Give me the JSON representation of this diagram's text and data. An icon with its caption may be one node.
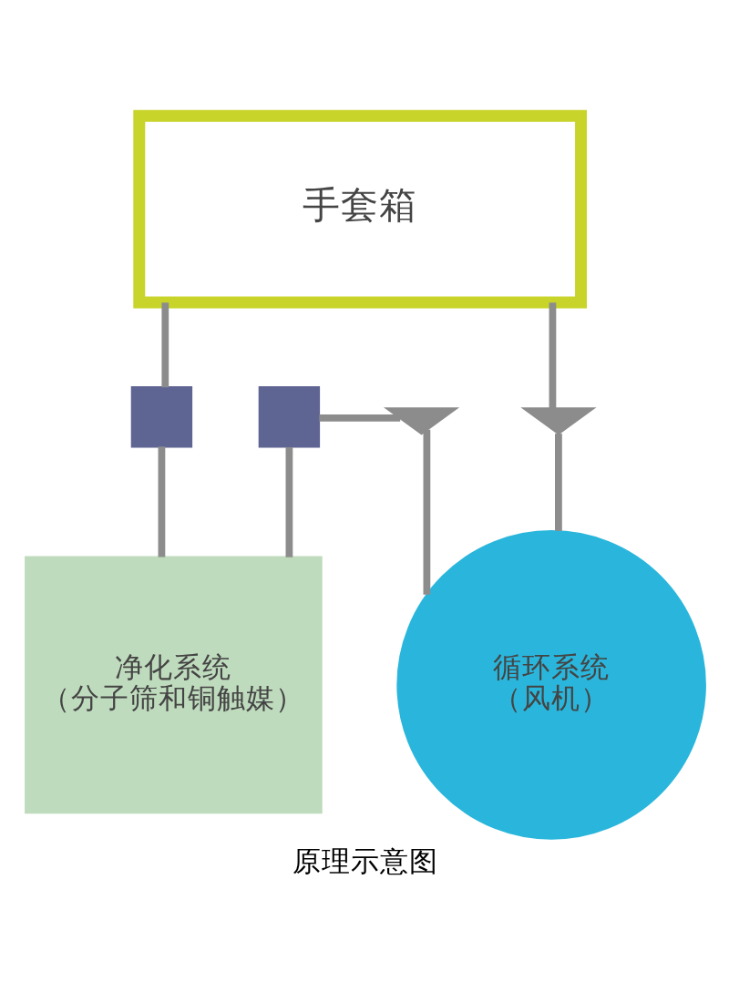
{
  "diagram": {
    "caption": "原理示意图",
    "nodes": [
      {
        "text": [
          "手套箱"
        ]
      },
      {
        "text": [],
        "shape": "square"
      },
      {
        "text": [],
        "shape": "square"
      },
      {
        "text": [],
        "shape": "bowtie"
      },
      {
        "text": [],
        "shape": "bowtie"
      },
      {
        "text": [
          "净化系统",
          "（分子筛和铜触媒）"
        ]
      },
      {
        "text": [
          "循环系统",
          "（风机）"
        ]
      }
    ],
    "edges": [
      {
        "from": 0,
        "to": 1,
        "arrow": "none"
      },
      {
        "from": 1,
        "to": 5,
        "arrow": "none"
      },
      {
        "from": 5,
        "to": 2,
        "arrow": "none"
      },
      {
        "from": 2,
        "to": 3,
        "arrow": "none"
      },
      {
        "from": 3,
        "to": 6,
        "arrow": "none"
      },
      {
        "from": 0,
        "to": 4,
        "arrow": "none"
      },
      {
        "from": 4,
        "to": 6,
        "arrow": "none"
      }
    ]
  }
}
